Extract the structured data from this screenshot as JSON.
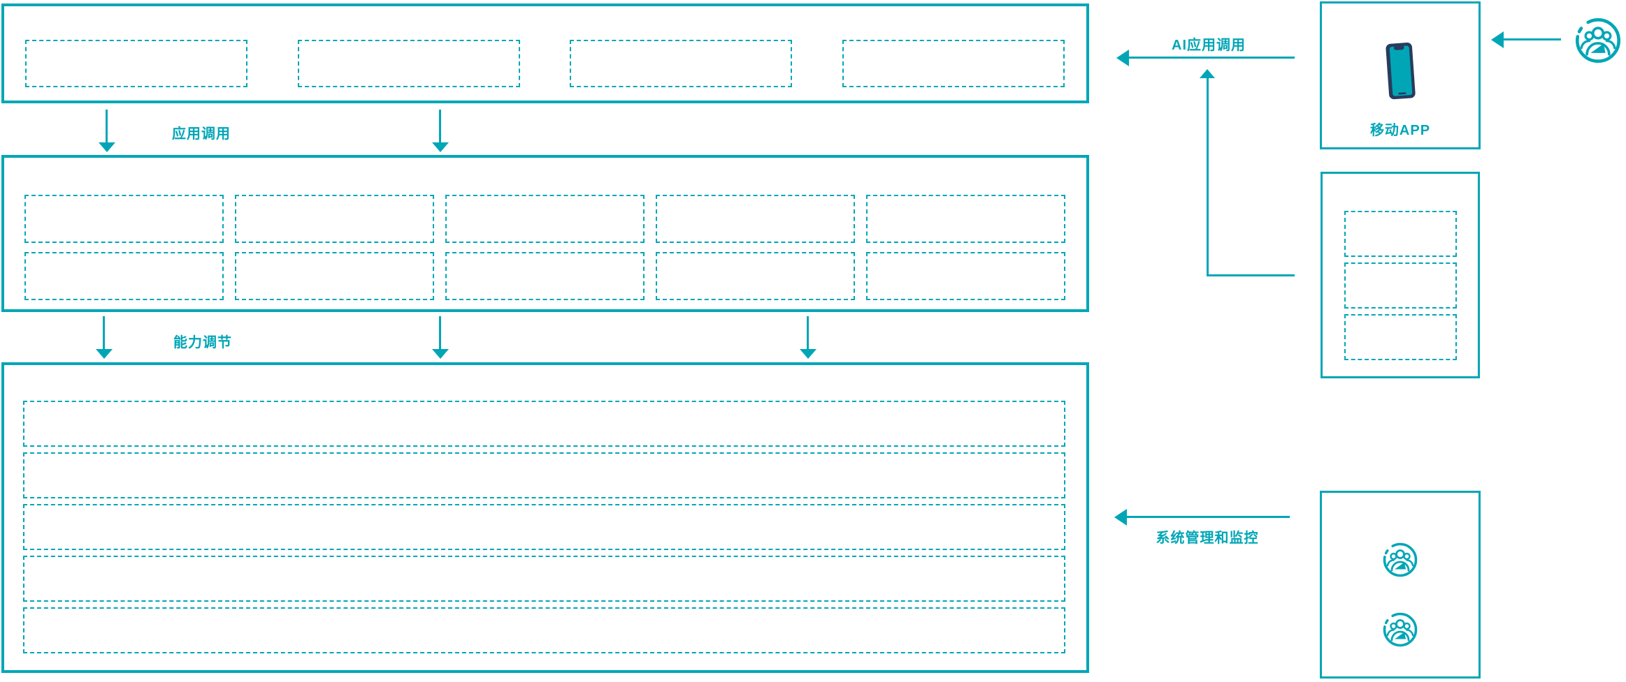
{
  "diagram": {
    "accent_color": "#00A6B6",
    "phone_body_color": "#273C5E",
    "background_color": "#FFFFFF",
    "flow_labels": {
      "app_call": "应用调用",
      "capability_adjust": "能力调节",
      "ai_app_call": "AI应用调用",
      "system_monitor": "系统管理和监控"
    },
    "panels": {
      "top": {
        "placeholders": 4
      },
      "middle": {
        "rows": 2,
        "cols": 5
      },
      "bottom": {
        "rows": 5
      }
    },
    "right_column": {
      "mobile_app_box": {
        "label": "移动APP",
        "icon": "smartphone-icon"
      },
      "middle_box": {
        "placeholders": 3
      },
      "monitor_box": {
        "icons": [
          "team-icon",
          "team-icon"
        ]
      }
    },
    "user_icon": "team-icon"
  }
}
